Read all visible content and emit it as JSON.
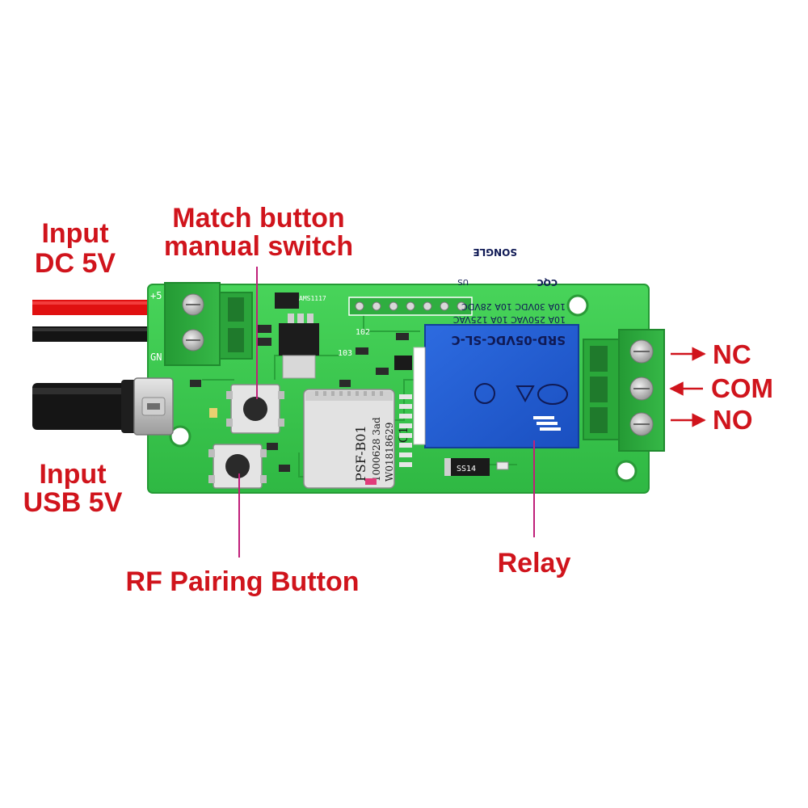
{
  "labels": {
    "input_dc_line1": "Input",
    "input_dc_line2": "DC 5V",
    "match_button_line1": "Match button",
    "match_button_line2": "manual switch",
    "input_usb_line1": "Input",
    "input_usb_line2": "USB 5V",
    "rf_pairing": "RF Pairing Button",
    "relay": "Relay",
    "nc": "NC",
    "com": "COM",
    "no": "NO"
  },
  "board": {
    "silk_plus5": "+5",
    "silk_gnd": "GN",
    "silk_102": "102",
    "silk_103": "103",
    "regulator_text": "AMS1117",
    "diode_text": "SS14"
  },
  "relay_markings": {
    "model": "SRD-05VDC-SL-C",
    "rating_1": "10A 250VAC  10A 125VAC",
    "rating_2": "10A 30VDC  10A 28VDC",
    "brand": "SONGLE",
    "cert": "CQC",
    "ul": "US"
  },
  "module_markings": {
    "line1": "PSF-B01",
    "line2": "1000628 3ad",
    "line3": "W01818629",
    "line4": "G1"
  },
  "colors": {
    "label_red": "#d0141c",
    "leader_magenta": "#c0207a",
    "pcb_green": "#35c748",
    "terminal_green": "#2aa83a",
    "relay_blue": "#1f5ed6"
  }
}
